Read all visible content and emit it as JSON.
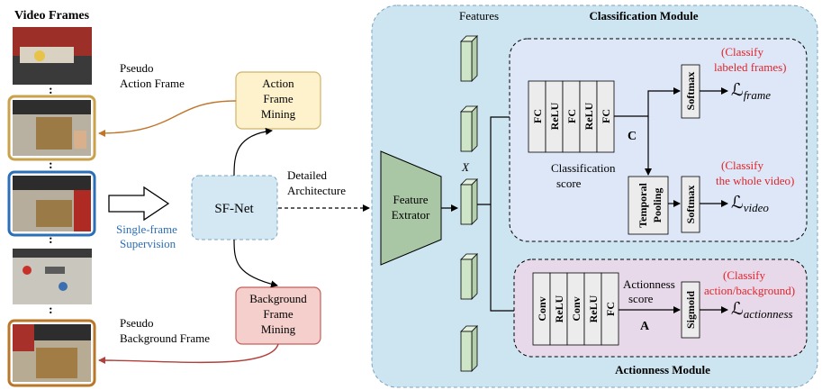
{
  "left": {
    "title": "Video Frames",
    "pseudo_action": [
      "Pseudo",
      "Action Frame"
    ],
    "pseudo_background": [
      "Pseudo",
      "Background Frame"
    ],
    "supervision": [
      "Single-frame",
      "Supervision"
    ],
    "sfnet": "SF-Net",
    "action_mining": [
      "Action",
      "Frame",
      "Mining"
    ],
    "background_mining": [
      "Background",
      "Frame",
      "Mining"
    ],
    "detailed": [
      "Detailed",
      "Architecture"
    ],
    "ellipsis": ":"
  },
  "main": {
    "features_label": "Features",
    "x_label": "X",
    "extractor": [
      "Feature",
      "Extrator"
    ]
  },
  "classification": {
    "title": "Classification Module",
    "layers": [
      "FC",
      "ReLU",
      "FC",
      "ReLU",
      "FC"
    ],
    "c_label": "C",
    "score_label": [
      "Classification",
      "score"
    ],
    "softmax": "Softmax",
    "pooling": [
      "Temporal",
      "Pooling"
    ],
    "note_frame": [
      "(Classify",
      "labeled frames)"
    ],
    "note_video": [
      "(Classify",
      "the whole video)"
    ],
    "loss_frame": "frame",
    "loss_video": "video"
  },
  "actionness": {
    "title": "Actionness Module",
    "layers": [
      "Conv",
      "ReLU",
      "Conv",
      "ReLU",
      "FC"
    ],
    "a_label": "A",
    "score_label": [
      "Actionness",
      "score"
    ],
    "sigmoid": "Sigmoid",
    "note": [
      "(Classify",
      "action/background)"
    ],
    "loss": "actionness"
  },
  "colors": {
    "outer_panel": "#cde5f1",
    "classification_panel": "#dde7f7",
    "actionness_panel": "#e8d9ea",
    "feature_box": "#cfe5c7",
    "extractor": "#a9c7a5",
    "action_mining_fill": "#fdf2cc",
    "action_mining_stroke": "#d0b46a",
    "background_mining_fill": "#f4cfcb",
    "background_mining_stroke": "#c4605b",
    "sfnet_fill": "#d4e8f4",
    "frame_action": "#caa24a",
    "frame_sup": "#2b6fb8",
    "frame_background": "#b9772a",
    "annotation_red": "#e0242a",
    "supervision_blue": "#2b6fb8",
    "arrow_orange": "#c0752a",
    "arrow_red": "#b2403a"
  }
}
